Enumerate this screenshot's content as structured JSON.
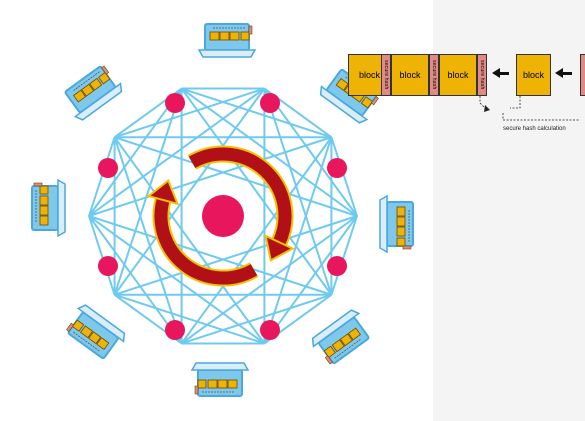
{
  "colors": {
    "mesh_line": "#6fcaf0",
    "node": "#e8175d",
    "arrow_fill": "#b01016",
    "arrow_outline": "#f2c200",
    "block": "#efb305",
    "hash": "#e08a86",
    "screen": "#7ec8ec",
    "screen_frame": "#4aa8dc"
  },
  "icons": {
    "node": "network-node-icon",
    "laptop": "laptop-icon",
    "consensus": "circular-arrows-icon"
  },
  "blockchain": {
    "block_label": "block",
    "hash_label": "secure hash",
    "calc_label": "secure hash calculation"
  }
}
